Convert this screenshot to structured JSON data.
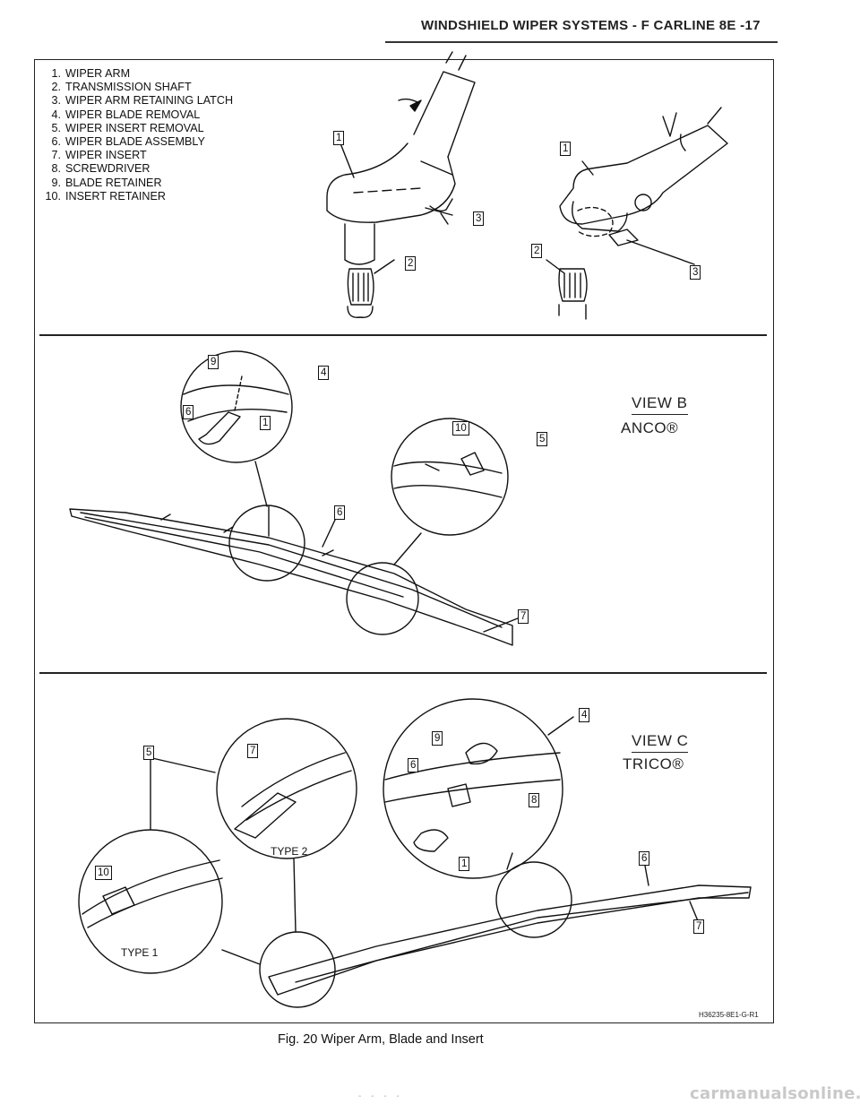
{
  "header": {
    "running_head": "WINDSHIELD WIPER SYSTEMS - F CARLINE   8E -17"
  },
  "legend": [
    {
      "num": "1.",
      "label": "WIPER ARM"
    },
    {
      "num": "2.",
      "label": "TRANSMISSION SHAFT"
    },
    {
      "num": "3.",
      "label": "WIPER ARM RETAINING LATCH"
    },
    {
      "num": "4.",
      "label": "WIPER BLADE REMOVAL"
    },
    {
      "num": "5.",
      "label": "WIPER INSERT REMOVAL"
    },
    {
      "num": "6.",
      "label": "WIPER BLADE ASSEMBLY"
    },
    {
      "num": "7.",
      "label": "WIPER INSERT"
    },
    {
      "num": "8.",
      "label": "SCREWDRIVER"
    },
    {
      "num": "9.",
      "label": "BLADE RETAINER"
    },
    {
      "num": "10.",
      "label": "INSERT RETAINER"
    }
  ],
  "callouts": {
    "a1": "1",
    "a3": "3",
    "a2": "2",
    "b1": "1",
    "b2": "2",
    "b3": "3",
    "m9": "9",
    "m4": "4",
    "m6": "6",
    "m1": "1",
    "m10": "10",
    "m5": "5",
    "m6b": "6",
    "m7": "7",
    "c5": "5",
    "c7": "7",
    "c9": "9",
    "c4": "4",
    "c6": "6",
    "c8": "8",
    "c1": "1",
    "c10": "10",
    "c6b": "6",
    "c7b": "7"
  },
  "views": {
    "b_title": "VIEW B",
    "b_brand": "ANCO®",
    "c_title": "VIEW C",
    "c_brand": "TRICO®"
  },
  "types": {
    "type1": "TYPE 1",
    "type2": "TYPE 2"
  },
  "figure_code": "H36235-8E1-G-R1",
  "caption": "Fig. 20 Wiper Arm, Blade and Insert",
  "watermark": "carmanualsonline.info"
}
